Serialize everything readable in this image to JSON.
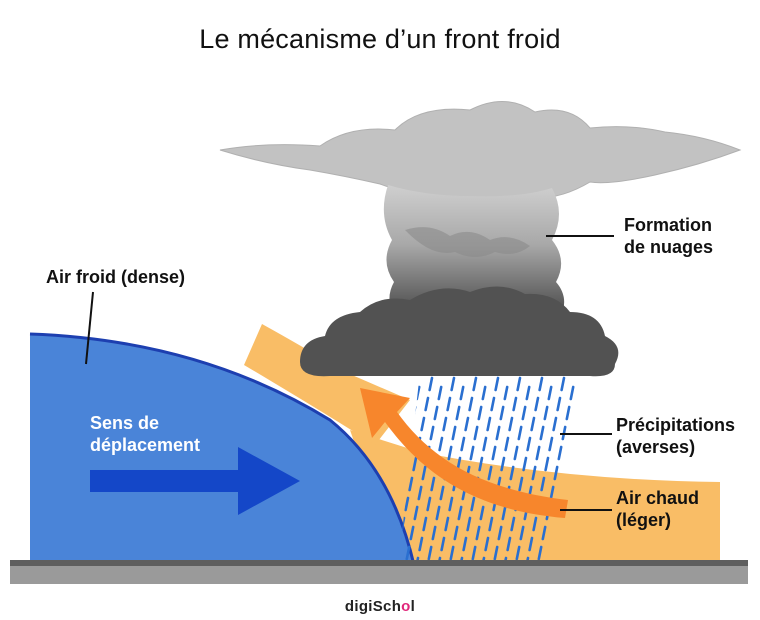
{
  "title": "Le mécanisme d’un front froid",
  "labels": {
    "cold_air": "Air froid (dense)",
    "direction_line1": "Sens de",
    "direction_line2": "déplacement",
    "clouds_line1": "Formation",
    "clouds_line2": "de nuages",
    "precip_line1": "Précipitations",
    "precip_line2": "(averses)",
    "warm_line1": "Air chaud",
    "warm_line2": "(léger)"
  },
  "logo": {
    "text_start": "digiSch",
    "text_o": "o",
    "text_end": "l"
  },
  "colors": {
    "cold_air": "#4a84d8",
    "cold_air_edge": "#1d3fb0",
    "direction_arrow": "#1447c8",
    "warm_air": "#f9bd66",
    "warm_arrow": "#f7862c",
    "cloud_light": "#c7c7c7",
    "cloud_dark": "#4e4e4e",
    "rain": "#2a6fd0",
    "ground": "#8c8c8c"
  }
}
